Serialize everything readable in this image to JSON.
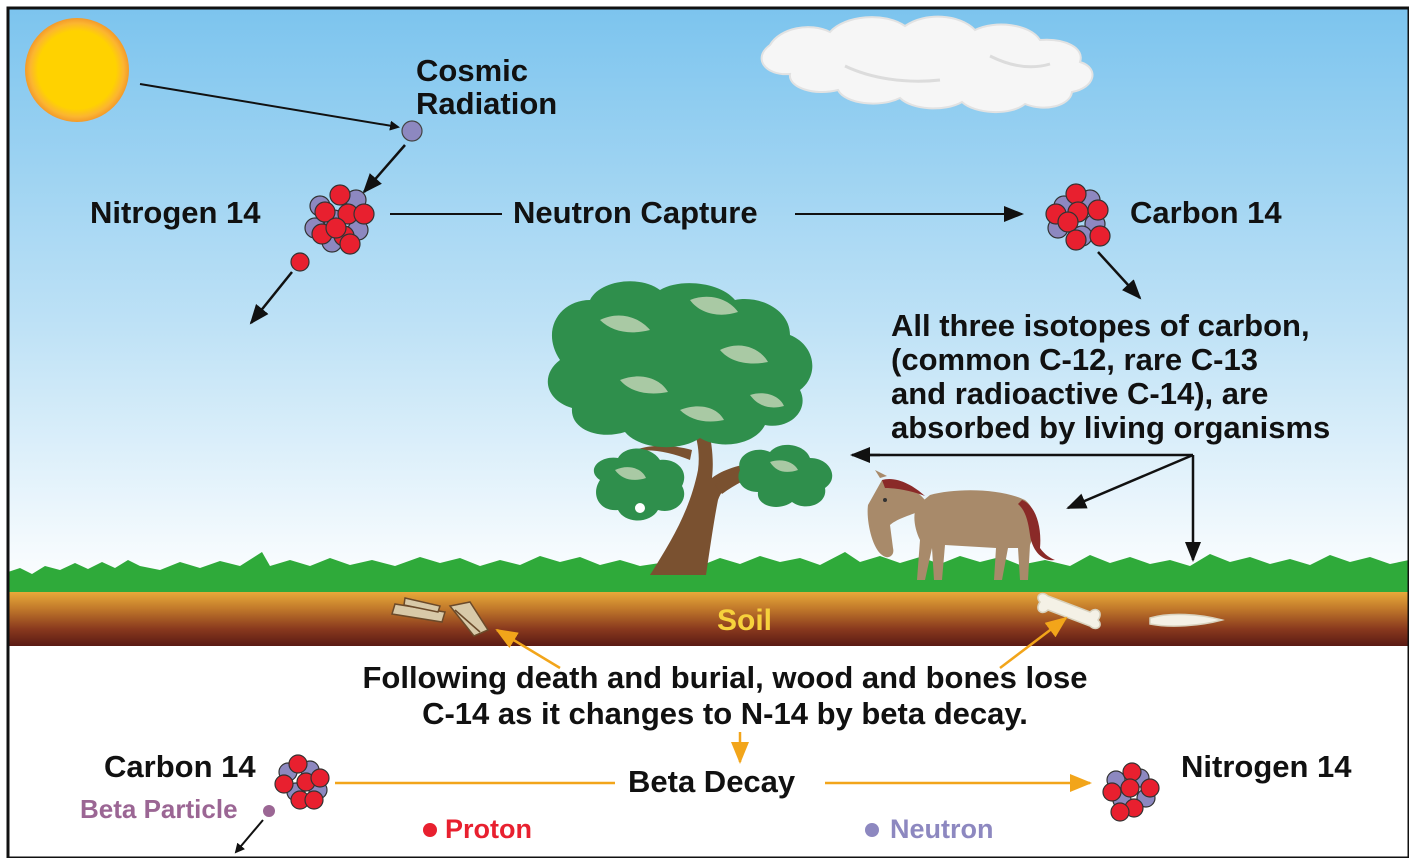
{
  "top_labels": {
    "cosmic_radiation": [
      "Cosmic",
      "Radiation"
    ],
    "nitrogen_top": "Nitrogen 14",
    "neutron_capture": "Neutron Capture",
    "carbon_top": "Carbon 14",
    "absorbed_note": [
      "All three isotopes of carbon,",
      "(common C-12, rare C-13",
      "and radioactive C-14), are",
      "absorbed by living organisms"
    ]
  },
  "soil_label": "Soil",
  "death_note": [
    "Following death and burial, wood and bones lose",
    "C-14 as it changes to N-14 by beta decay."
  ],
  "bottom_labels": {
    "carbon_bottom": "Carbon 14",
    "beta_decay": "Beta Decay",
    "nitrogen_bottom": "Nitrogen 14",
    "beta_particle": "Beta Particle"
  },
  "legend": {
    "proton": "Proton",
    "neutron": "Neutron"
  },
  "colors": {
    "proton": "#e8202f",
    "neutron": "#8d88c0",
    "sky_top": "#7cc4ee",
    "grass": "#2faa3a",
    "soil_top": "#f0b53d",
    "soil_bottom": "#5a1a14",
    "decay_arrow": "#f2a51a",
    "soil_label": "#f7d23c",
    "beta_particle": "#9b6694"
  }
}
